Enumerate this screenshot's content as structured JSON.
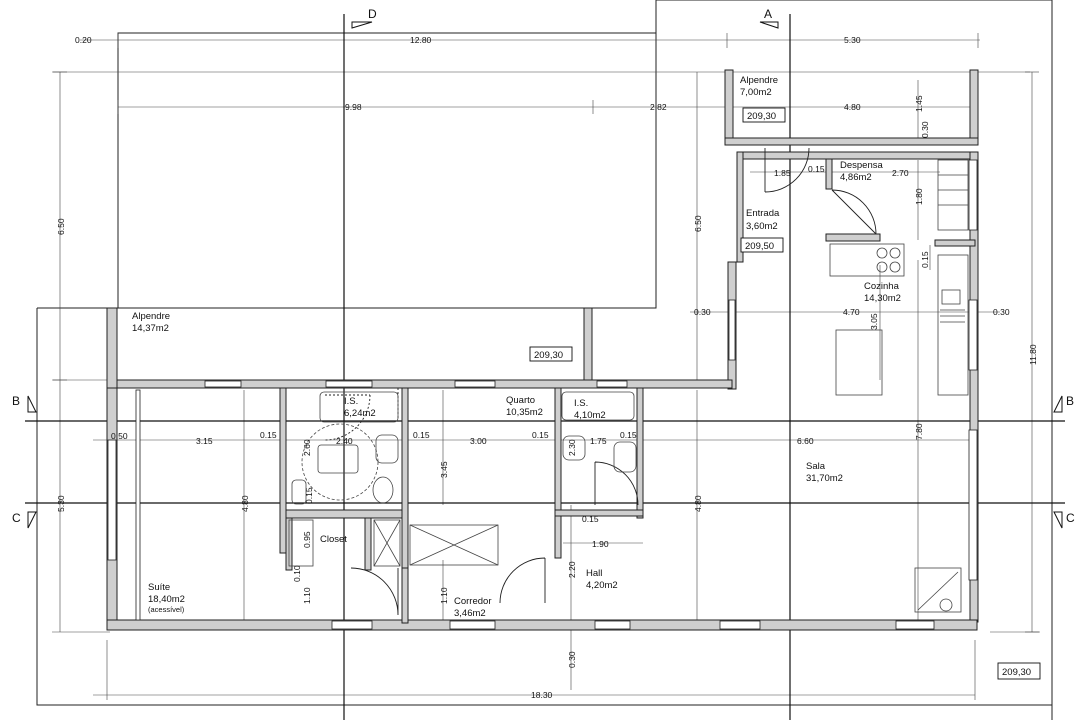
{
  "sections": {
    "a": "A",
    "b": "B",
    "c": "C",
    "d": "D"
  },
  "rooms": {
    "alpendre_top": {
      "name": "Alpendre",
      "area": "7,00m2"
    },
    "despensa": {
      "name": "Despensa",
      "area": "4,86m2"
    },
    "entrada": {
      "name": "Entrada",
      "area": "3,60m2"
    },
    "cozinha": {
      "name": "Cozinha",
      "area": "14,30m2"
    },
    "alpendre_left": {
      "name": "Alpendre",
      "area": "14,37m2"
    },
    "is1": {
      "name": "I.S.",
      "area": "6,24m2"
    },
    "quarto": {
      "name": "Quarto",
      "area": "10,35m2"
    },
    "is2": {
      "name": "I.S.",
      "area": "4,10m2"
    },
    "sala": {
      "name": "Sala",
      "area": "31,70m2"
    },
    "closet": {
      "name": "Closet"
    },
    "suite": {
      "name": "Suíte",
      "area": "18,40m2",
      "note": "(acessível)"
    },
    "corredor": {
      "name": "Corredor",
      "area": "3,46m2"
    },
    "hall": {
      "name": "Hall",
      "area": "4,20m2"
    }
  },
  "levels": {
    "alpendre_top": "209,30",
    "entrada": "209,50",
    "alpendre_left": "209,30",
    "site": "209,30"
  },
  "dimensions": {
    "top_020": "0.20",
    "top_1280": "12.80",
    "top_530": "5.30",
    "row_998": "9.98",
    "row_282": "2.82",
    "row_480": "4.80",
    "v_145": "1.45",
    "v_030a": "0.30",
    "d_185": "1.85",
    "d_015a": "0.15",
    "d_270": "2.70",
    "v_180": "1.80",
    "v_015": "0.15",
    "left_650": "6.50",
    "mid_650": "6.50",
    "d_030_left": "0.30",
    "d_470": "4.70",
    "d_030_right": "0.30",
    "v_305": "3.05",
    "right_1180": "11.80",
    "r_050": "0.50",
    "r_315": "3.15",
    "r_015a": "0.15",
    "r_240": "2.40",
    "r_015b": "0.15",
    "r_300": "3.00",
    "r_015c": "0.15",
    "r_175": "1.75",
    "r_015d": "0.15",
    "r_660": "6.60",
    "v_260": "2.60",
    "v_345": "3.45",
    "v_230": "2.30",
    "v_780": "7.80",
    "left_530": "5.30",
    "v_480a": "4.80",
    "v_480b": "4.80",
    "v_015_closet": "0.15",
    "v_095": "0.95",
    "hall_015": "0.15",
    "d_190": "1.90",
    "v_220": "2.20",
    "v_010": "0.10",
    "v_110a": "1.10",
    "v_110b": "1.10",
    "v_030b": "0.30",
    "bottom_1830": "18.30"
  }
}
